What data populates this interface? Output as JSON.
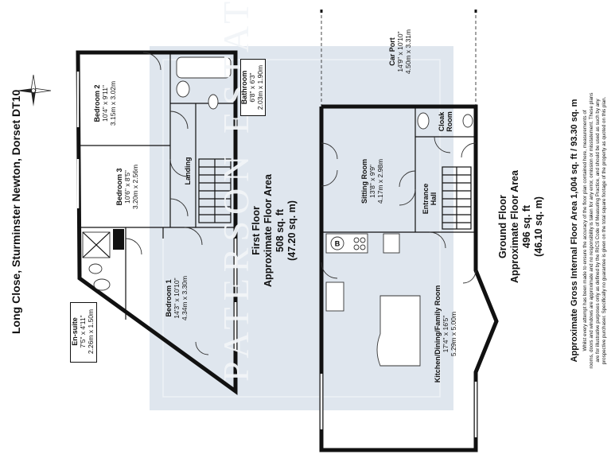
{
  "address": "Long Close, Sturminster Newton, Dorset DT10",
  "watermark": "PATERSON ESTATES",
  "first_floor": {
    "title": "First Floor",
    "area_title": "Approximate Floor Area",
    "area_sqft": "508 sq. ft",
    "area_sqm": "(47.20 sq. m)",
    "rooms": [
      {
        "name": "Bedroom 2",
        "imperial": "10'4\" x 9'11\"",
        "metric": "3.15m x 3.02m"
      },
      {
        "name": "Bathroom",
        "imperial": "6'8\" x 6'3\"",
        "metric": "2.03m x 1.90m"
      },
      {
        "name": "Bedroom 3",
        "imperial": "10'6\" x 8'5\"",
        "metric": "3.20m x 2.56m"
      },
      {
        "name": "Landing",
        "imperial": "",
        "metric": ""
      },
      {
        "name": "Bedroom 1",
        "imperial": "14'3\" x 10'10\"",
        "metric": "4.34m x 3.30m"
      },
      {
        "name": "En-suite",
        "imperial": "7'5\" x 4'11\"",
        "metric": "2.26m x 1.50m"
      }
    ]
  },
  "ground_floor": {
    "title": "Ground Floor",
    "area_title": "Approximate Floor Area",
    "area_sqft": "496 sq. ft",
    "area_sqm": "(46.10 sq. m)",
    "rooms": [
      {
        "name": "Car Port",
        "imperial": "14'9\" x 10'10\"",
        "metric": "4.50m x 3.31m"
      },
      {
        "name": "Cloak Room",
        "imperial": "",
        "metric": ""
      },
      {
        "name": "Sitting Room",
        "imperial": "13'8\" x 9'9\"",
        "metric": "4.17m x 2.98m"
      },
      {
        "name": "Entrance Hall",
        "imperial": "",
        "metric": ""
      },
      {
        "name": "Kitchen/Dining/Family Room",
        "imperial": "17'4\" x 16'5\"",
        "metric": "5.29m x 5.00m"
      }
    ],
    "boiler_label": "B"
  },
  "gross_area": "Approximate Gross Internal Floor Area 1,004 sq. ft / 93.30 sq. m",
  "disclaimer": [
    "Whilst every attempt has been made to ensure the accuracy of the floor plan contained here, measurements of",
    "rooms, doors and windows are approximate and no responsibility is taken for any error, omission or misstatement. These plans",
    "are for illustrative purposes only as defined by the RICS Code of Measuring Practice, and should be used as such by any",
    "prospective purchaser. Specifically no guarantee is given on the total square footage of the property as quoted on this plan."
  ],
  "compass_icon": "compass-rose-icon"
}
